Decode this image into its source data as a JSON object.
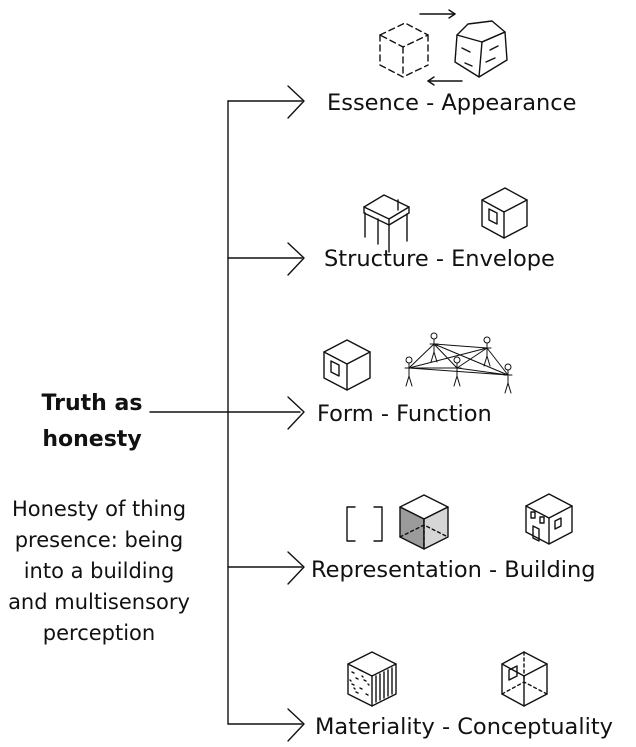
{
  "root": {
    "title": "Truth as honesty",
    "description": "Honesty of thing presence: being into a building and multisensory perception"
  },
  "pairs": [
    {
      "label": "Essence - Appearance",
      "icons": [
        "dashed-cube-icon",
        "rough-stone-cube-icon",
        "swap-arrows-icon"
      ]
    },
    {
      "label": "Structure - Envelope",
      "icons": [
        "table-frame-icon",
        "cube-with-window-icon"
      ]
    },
    {
      "label": "Form - Function",
      "icons": [
        "cube-with-window-icon",
        "people-network-icon"
      ]
    },
    {
      "label": "Representation - Building",
      "icons": [
        "bracket-frame-icon",
        "shaded-cube-icon",
        "house-icon"
      ]
    },
    {
      "label": "Materiality - Conceptuality",
      "icons": [
        "textured-cube-icon",
        "wireframe-cube-icon"
      ]
    }
  ]
}
